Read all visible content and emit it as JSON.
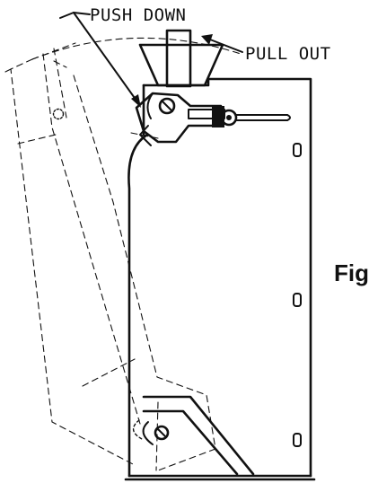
{
  "labels": {
    "push_down": "PUSH DOWN",
    "pull_out": "PULL OUT",
    "figure_partial": "Fig"
  },
  "colors": {
    "ink": "#111111",
    "paper": "#ffffff"
  }
}
